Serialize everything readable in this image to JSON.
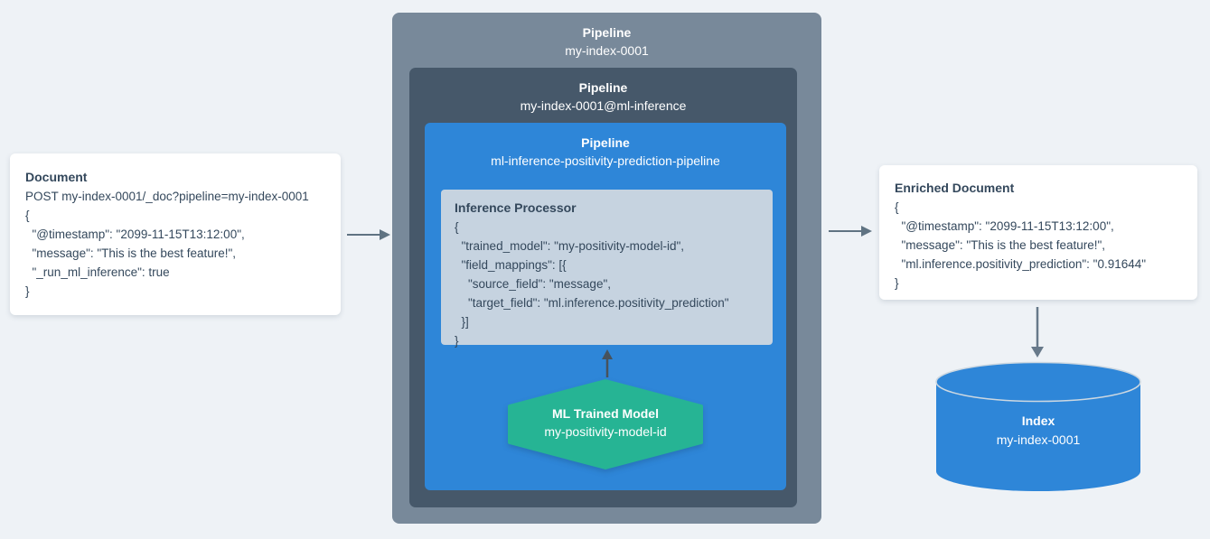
{
  "document_card": {
    "title": "Document",
    "lines": [
      "POST my-index-0001/_doc?pipeline=my-index-0001",
      "{",
      "  \"@timestamp\": \"2099-11-15T13:12:00\",",
      "  \"message\": \"This is the best feature!\",",
      "  \"_run_ml_inference\": true",
      "}"
    ]
  },
  "outer_pipeline": {
    "label": "Pipeline",
    "name": "my-index-0001"
  },
  "inference_pipeline": {
    "label": "Pipeline",
    "name": "my-index-0001@ml-inference"
  },
  "ml_pipeline": {
    "label": "Pipeline",
    "name": "ml-inference-positivity-prediction-pipeline"
  },
  "inference_processor": {
    "title": "Inference Processor",
    "lines": [
      "{",
      "  \"trained_model\": \"my-positivity-model-id\",",
      "  \"field_mappings\": [{",
      "    \"source_field\": \"message\",",
      "    \"target_field\": \"ml.inference.positivity_prediction\"",
      "  }]",
      "}"
    ]
  },
  "ml_model": {
    "title": "ML Trained Model",
    "name": "my-positivity-model-id"
  },
  "enriched_card": {
    "title": "Enriched Document",
    "lines": [
      "{",
      "  \"@timestamp\": \"2099-11-15T13:12:00\",",
      "  \"message\": \"This is the best feature!\",",
      "  \"ml.inference.positivity_prediction\": \"0.91644\"",
      "}"
    ]
  },
  "index_store": {
    "title": "Index",
    "name": "my-index-0001"
  },
  "colors": {
    "background": "#eef2f6",
    "outer_box": "#78899a",
    "inner_box": "#46586a",
    "pipeline_blue": "#2e86d8",
    "processor_bg": "#c6d3e0",
    "model_green": "#26b494",
    "arrow_gray": "#5f7382",
    "text_dark": "#34485c"
  }
}
